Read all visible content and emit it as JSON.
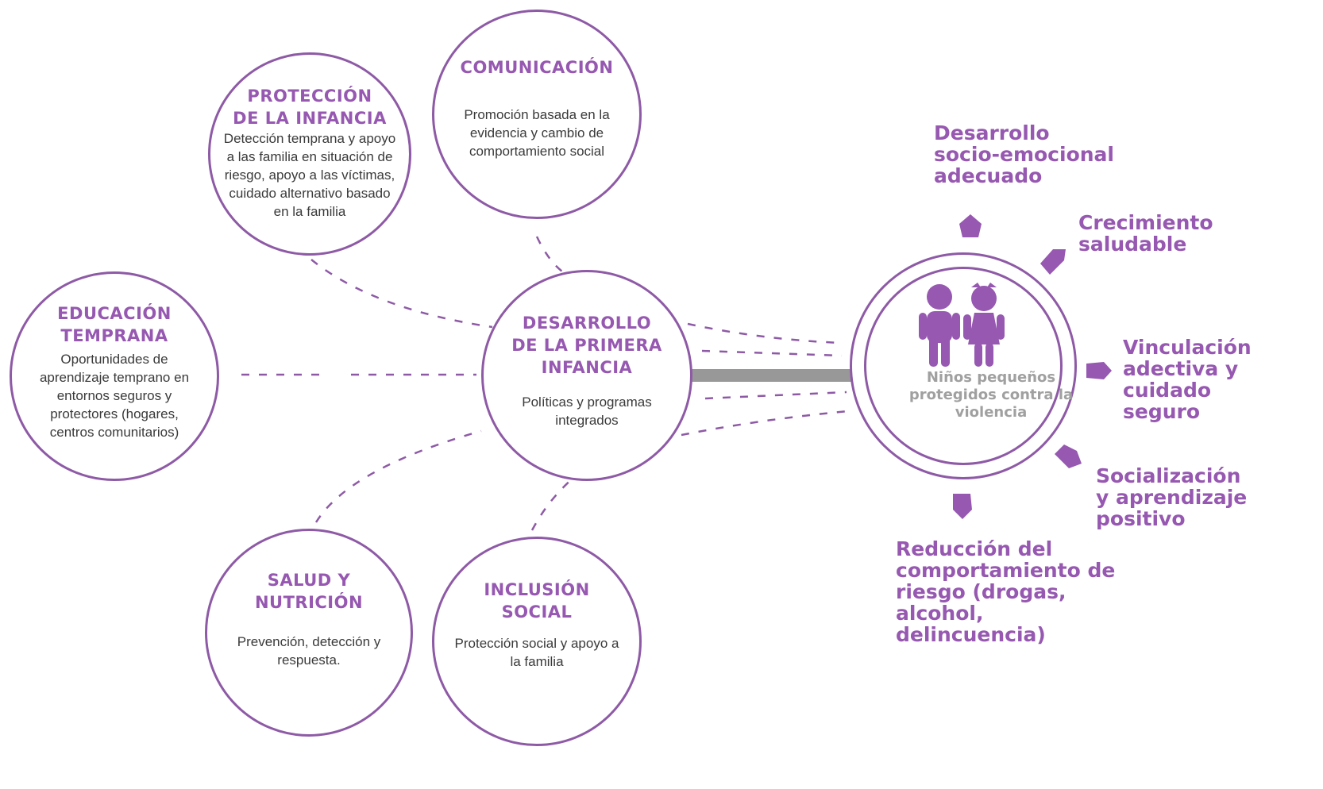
{
  "colors": {
    "accent": "#9658b0",
    "ring": "#8e5aa6",
    "connector": "#989898",
    "center_text": "#a0a0a0",
    "body_text": "#3a3a3a"
  },
  "central": {
    "title": [
      "DESARROLLO",
      "DE LA PRIMERA",
      "INFANCIA"
    ],
    "desc": [
      "Políticas y programas",
      "integrados"
    ]
  },
  "components": [
    {
      "id": "proteccion",
      "title": [
        "PROTECCIÓN",
        "DE LA INFANCIA"
      ],
      "desc": [
        "Detección temprana y apoyo",
        "a las familia en situación de",
        "riesgo, apoyo a las víctimas,",
        "cuidado alternativo basado",
        "en la familia"
      ]
    },
    {
      "id": "comunicacion",
      "title": [
        "COMUNICACIÓN"
      ],
      "desc": [
        "Promoción basada en la",
        "evidencia y cambio de",
        "comportamiento social"
      ]
    },
    {
      "id": "educacion",
      "title": [
        "EDUCACIÓN",
        "TEMPRANA"
      ],
      "desc": [
        "Oportunidades de",
        "aprendizaje temprano en",
        "entornos seguros y",
        "protectores (hogares,",
        "centros comunitarios)"
      ]
    },
    {
      "id": "salud",
      "title": [
        "SALUD Y",
        "NUTRICIÓN"
      ],
      "desc": [
        "Prevención, detección y",
        "respuesta."
      ]
    },
    {
      "id": "inclusion",
      "title": [
        "INCLUSIÓN",
        "SOCIAL"
      ],
      "desc": [
        "Protección social y apoyo a",
        "la familia"
      ]
    }
  ],
  "result": {
    "label": [
      "Niños pequeños",
      "protegidos contra la",
      "violencia"
    ],
    "icon": "children-icon"
  },
  "outcomes": [
    {
      "id": "socioemocional",
      "lines": [
        "Desarrollo",
        "socio-emocional",
        "adecuado"
      ]
    },
    {
      "id": "crecimiento",
      "lines": [
        "Crecimiento",
        "saludable"
      ]
    },
    {
      "id": "vinculacion",
      "lines": [
        "Vinculación",
        "adectiva y",
        "cuidado",
        "seguro"
      ]
    },
    {
      "id": "socializacion",
      "lines": [
        "Socialización",
        "y aprendizaje",
        "positivo"
      ]
    },
    {
      "id": "reduccion",
      "lines": [
        "Reducción del",
        "comportamiento de",
        "riesgo (drogas,",
        "alcohol,",
        "delincuencia)"
      ]
    }
  ]
}
